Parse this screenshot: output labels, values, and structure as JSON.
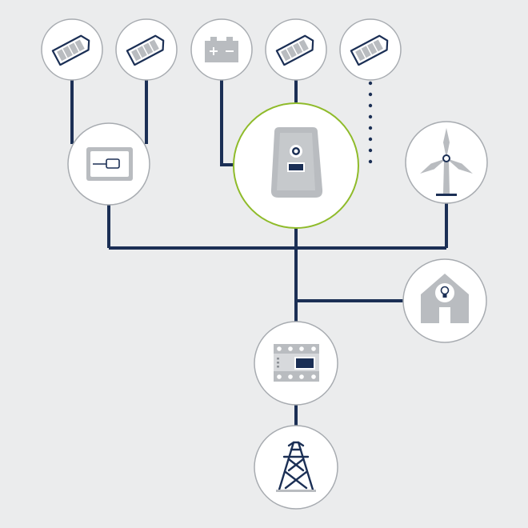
{
  "diagram": {
    "colors": {
      "background": "#ebeced",
      "line": "#1b2f55",
      "node_fill": "#ffffff",
      "node_stroke": "#a7abb0",
      "hub_stroke": "#8fbb2a",
      "icon_grey": "#b9bcc0",
      "icon_dark": "#1b2f55"
    },
    "nodes": [
      {
        "id": "solar-module-1",
        "icon": "solar-panel-icon"
      },
      {
        "id": "solar-module-2",
        "icon": "solar-panel-icon"
      },
      {
        "id": "battery",
        "icon": "battery-icon"
      },
      {
        "id": "solar-module-3",
        "icon": "solar-panel-icon"
      },
      {
        "id": "solar-module-4",
        "icon": "solar-panel-icon"
      },
      {
        "id": "string-inverter",
        "icon": "inverter-icon"
      },
      {
        "id": "hybrid-inverter",
        "icon": "hybrid-inverter-icon",
        "highlighted": true
      },
      {
        "id": "wind-turbine",
        "icon": "wind-turbine-icon"
      },
      {
        "id": "home",
        "icon": "house-lightbulb-icon"
      },
      {
        "id": "energy-meter",
        "icon": "energy-meter-icon"
      },
      {
        "id": "power-grid",
        "icon": "transmission-tower-icon"
      }
    ],
    "connections": [
      {
        "from": "solar-module-1",
        "to": "string-inverter"
      },
      {
        "from": "solar-module-2",
        "to": "string-inverter"
      },
      {
        "from": "battery",
        "to": "hybrid-inverter"
      },
      {
        "from": "solar-module-3",
        "to": "hybrid-inverter"
      },
      {
        "from": "solar-module-4",
        "to": "hybrid-inverter",
        "style": "dotted"
      },
      {
        "from": "string-inverter",
        "to": "ac-bus"
      },
      {
        "from": "hybrid-inverter",
        "to": "ac-bus"
      },
      {
        "from": "wind-turbine",
        "to": "ac-bus"
      },
      {
        "from": "ac-bus",
        "to": "home"
      },
      {
        "from": "ac-bus",
        "to": "energy-meter"
      },
      {
        "from": "energy-meter",
        "to": "power-grid"
      }
    ]
  }
}
